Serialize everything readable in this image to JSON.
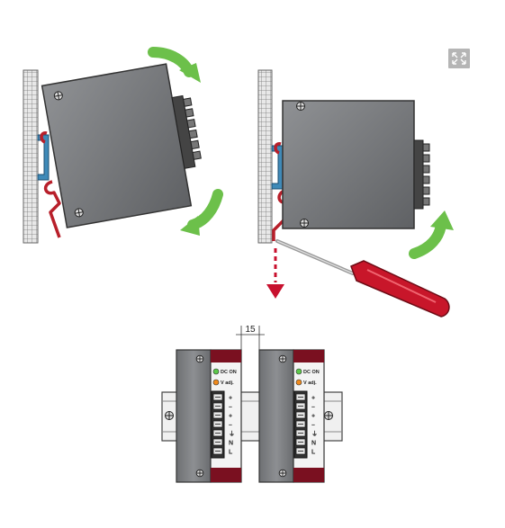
{
  "diagram": {
    "dimension": {
      "value": "15"
    },
    "modules": [
      {
        "indicators": [
          {
            "label": "DC ON",
            "color": "#5cc94a"
          },
          {
            "label": "V adj.",
            "color": "#f08a1c"
          }
        ],
        "terminals": [
          "+",
          "–",
          "+",
          "–",
          "⏚",
          "N",
          "L"
        ]
      },
      {
        "indicators": [
          {
            "label": "DC ON",
            "color": "#5cc94a"
          },
          {
            "label": "V adj.",
            "color": "#f08a1c"
          }
        ],
        "terminals": [
          "+",
          "–",
          "+",
          "–",
          "⏚",
          "N",
          "L"
        ]
      }
    ],
    "colors": {
      "arrow_green": "#6cc04a",
      "arrow_red": "#c8102e",
      "body_gray": "#7b7d80",
      "accent_maroon": "#7a1020",
      "clip_red": "#b81f2a",
      "clip_blue": "#3f8ab8"
    },
    "icons": [
      "expand-icon",
      "screwdriver-icon"
    ]
  }
}
